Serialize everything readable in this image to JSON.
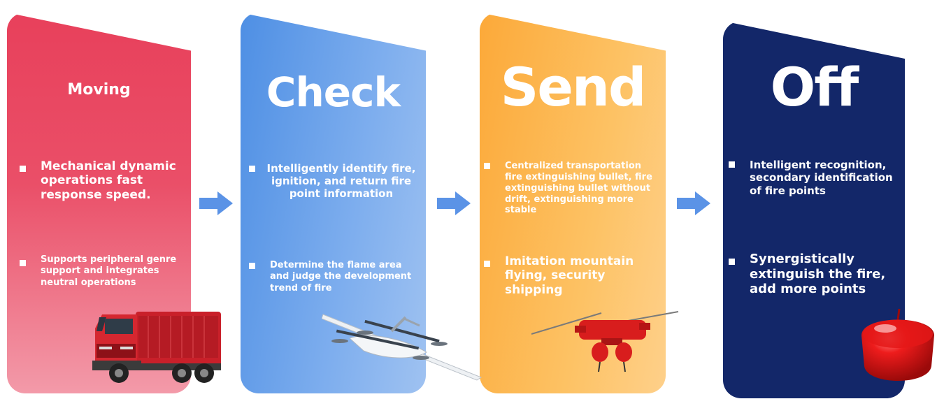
{
  "steps": [
    {
      "title": "Moving",
      "bullets": [
        "Mechanical dynamic operations fast response speed.",
        "Supports peripheral genre support and integrates neutral operations"
      ]
    },
    {
      "title": "Check",
      "bullets": [
        "Intelligently identify fire, ignition, and return fire point information",
        "Determine the flame area and judge the development trend of fire"
      ]
    },
    {
      "title": "Send",
      "bullets": [
        "Centralized transportation fire extinguishing bullet, fire extinguishing bullet without drift, extinguishing more stable",
        "Imitation mountain flying, security shipping"
      ]
    },
    {
      "title": "Off",
      "bullets": [
        "Intelligent recognition, secondary identification of fire points",
        "Synergistically extinguish the fire, add more points"
      ]
    }
  ],
  "colors": {
    "moving": "#e8405b",
    "check": "#5d97e8",
    "send": "#fdb54a",
    "off": "#132769",
    "arrow": "#5b93e6"
  },
  "icons": [
    "fire-truck-icon",
    "vtol-drone-icon",
    "hexacopter-drone-icon",
    "extinguisher-ball-icon"
  ]
}
